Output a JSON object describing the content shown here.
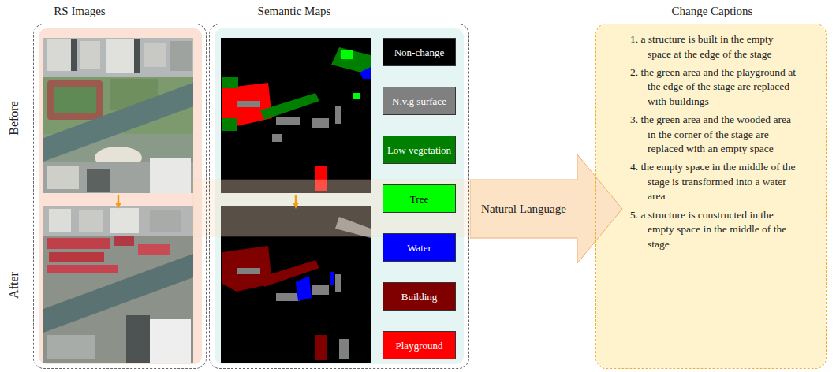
{
  "diagram": {
    "nodes": [
      {
        "text": [
          "RS Images"
        ]
      },
      {
        "text": [
          "Semantic Maps"
        ]
      },
      {
        "text": [
          "Natural Language"
        ]
      },
      {
        "text": [
          "Change Captions",
          "1. a structure is built in the empty space at the edge of the stage",
          "2. the green area and the playground at the edge of the stage are replaced with buildings",
          "3. the green area and the wooded area in the corner of the stage are replaced with an empty space",
          "4. the empty space in the middle of the stage is transformed into a water area",
          "5. a structure is constructed in the empty space in the middle of the stage"
        ]
      }
    ],
    "labels": [
      "Before",
      "After"
    ],
    "legend": [
      {
        "text": "Non-change",
        "color": "#000000"
      },
      {
        "text": "N.v.g surface",
        "color": "#808080"
      },
      {
        "text": "Low vegetation",
        "color": "#008000"
      },
      {
        "text": "Tree",
        "color": "#00ff00"
      },
      {
        "text": "Water",
        "color": "#0000ff"
      },
      {
        "text": "Building",
        "color": "#800000"
      },
      {
        "text": "Playground",
        "color": "#ff0000"
      }
    ]
  }
}
